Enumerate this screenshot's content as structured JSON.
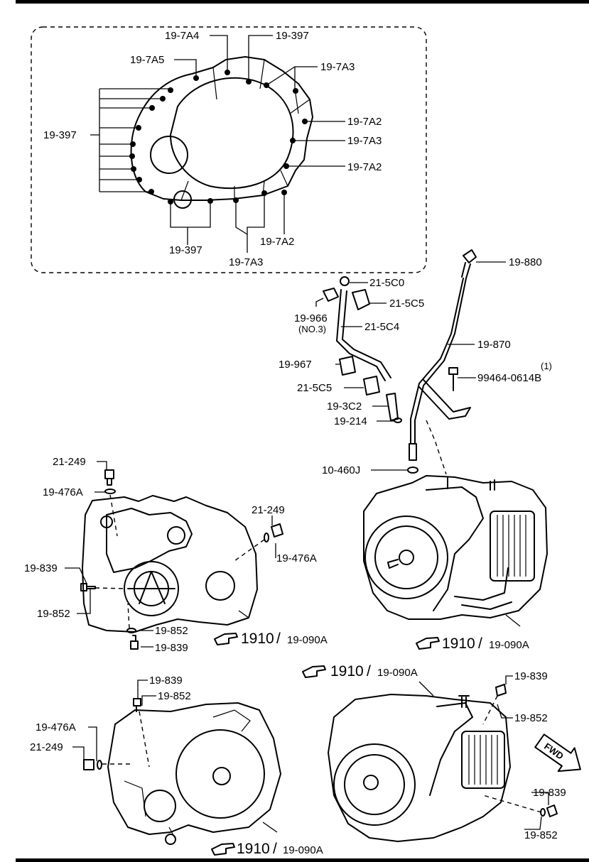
{
  "inset": {
    "labels": {
      "a4_top": "19-7A4",
      "a5": "19-7A5",
      "b397_top": "19-397",
      "a3_top": "19-7A3",
      "b397_left": "19-397",
      "a2_r1": "19-7A2",
      "a3_r2": "19-7A3",
      "a2_r3": "19-7A2",
      "a2_bottom": "19-7A2",
      "b397_bottom": "19-397",
      "a3_bottom": "19-7A3"
    }
  },
  "dipstick": {
    "labels": {
      "c880": "19-880",
      "c5c0": "21-5C0",
      "c5c5a": "21-5C5",
      "c966": "19-966",
      "c966_note": "(NO.3)",
      "c5c4": "21-5C4",
      "c870": "19-870",
      "bolt_qty": "(1)",
      "bolt_no": "99464-0614B",
      "c967": "19-967",
      "c5c5b": "21-5C5",
      "c3c2": "19-3C2",
      "c214": "19-214",
      "c460j": "10-460J"
    }
  },
  "left_view": {
    "labels": {
      "plug_top": "21-249",
      "washer_top": "19-476A",
      "plug_right": "21-249",
      "washer_right": "19-476A",
      "bolt_left": "19-839",
      "gasket_left": "19-852",
      "gasket_bottom": "19-852",
      "bolt_bottom": "19-839"
    },
    "ref": {
      "num": "1910",
      "sep": "/",
      "sub": "19-090A"
    }
  },
  "right_view": {
    "ref": {
      "num": "1910",
      "sep": "/",
      "sub": "19-090A"
    }
  },
  "bottom_left_view": {
    "labels": {
      "bolt_top": "19-839",
      "gasket_top": "19-852",
      "washer": "19-476A",
      "plug": "21-249"
    },
    "ref": {
      "num": "1910",
      "sep": "/",
      "sub": "19-090A"
    }
  },
  "bottom_right_view": {
    "labels": {
      "bolt_top": "19-839",
      "gasket_top": "19-852",
      "bolt_bottom": "19-839",
      "gasket_bottom": "19-852"
    },
    "ref": {
      "num": "1910",
      "sep": "/",
      "sub": "19-090A"
    },
    "fwd": "FWD"
  },
  "icons": {
    "ref_hand": "pointing-hand-icon",
    "fwd_arrow": "fwd-arrow-icon"
  }
}
